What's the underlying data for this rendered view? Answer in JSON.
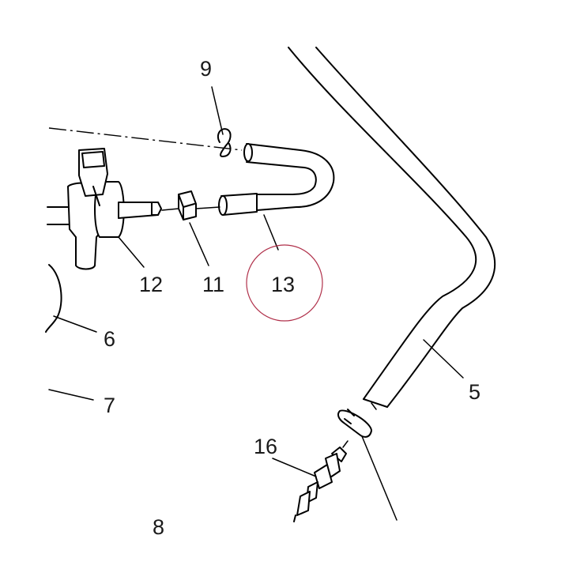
{
  "diagram": {
    "callouts": {
      "c5": "5",
      "c6": "6",
      "c7": "7",
      "c9": "9",
      "c11": "11",
      "c12": "12",
      "c13": "13",
      "c16": "16",
      "c8_partial": "8"
    },
    "highlight": {
      "target": "13",
      "color": "#b0304a"
    },
    "line_color": "#000000"
  }
}
